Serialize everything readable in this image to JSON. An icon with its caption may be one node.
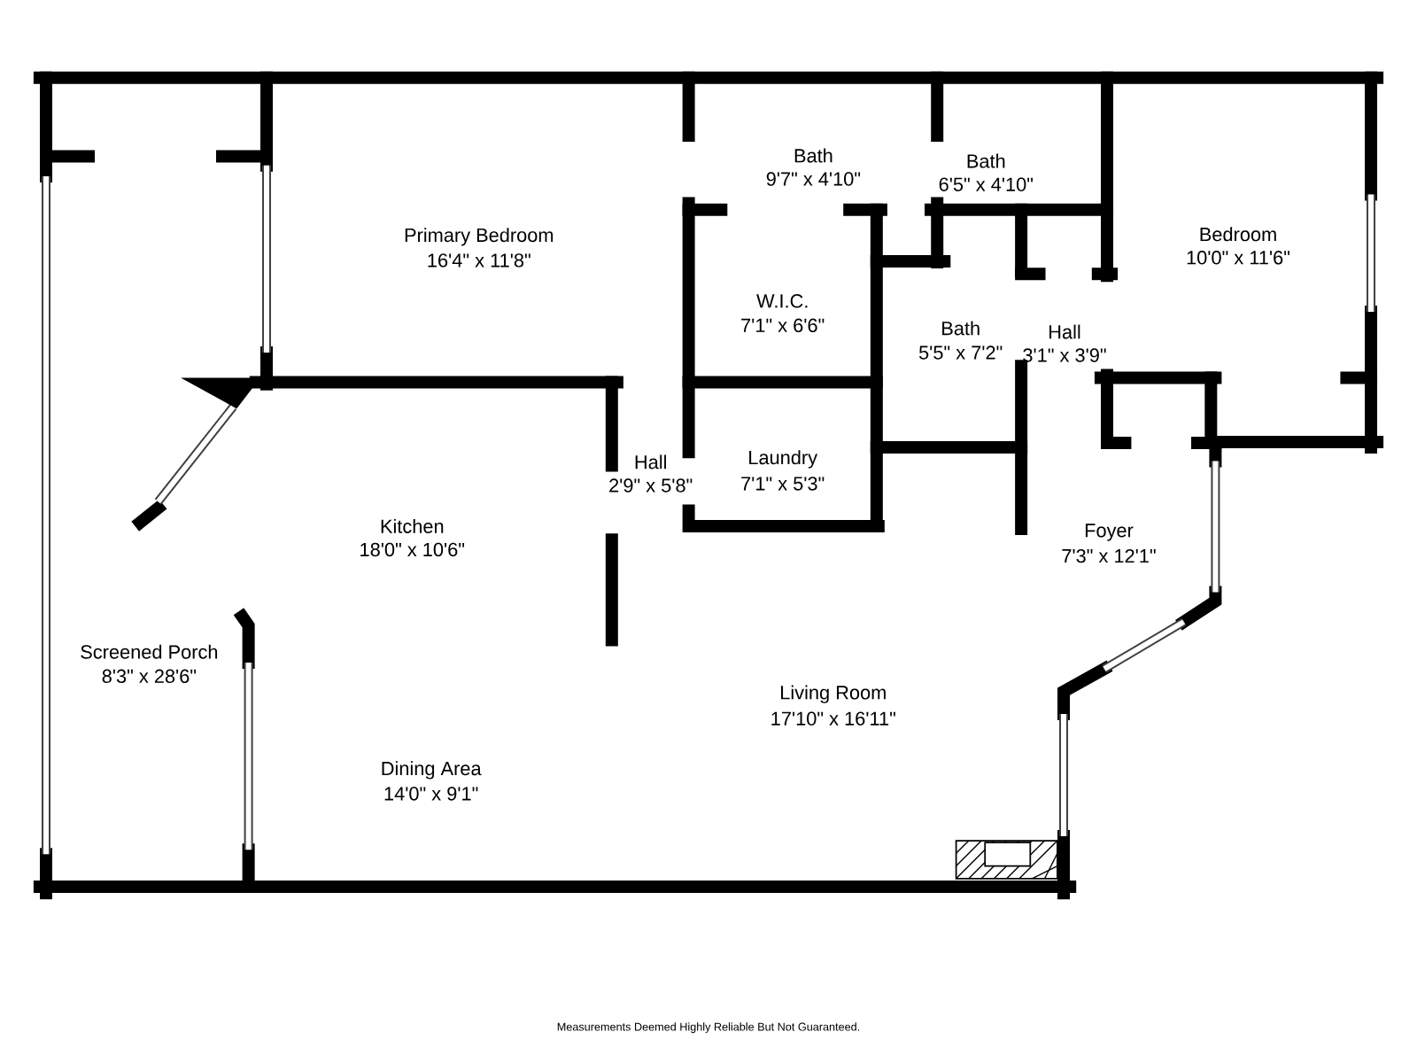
{
  "diagram": {
    "labels": [
      "Bath",
      "9'7\" x 4'10\"",
      "Bath",
      "6'5\" x 4'10\"",
      "Primary Bedroom",
      "16'4\" x 11'8\"",
      "Bedroom",
      "10'0\" x 11'6\"",
      "W.I.C.",
      "7'1\" x 6'6\"",
      "Bath",
      "5'5\" x 7'2\"",
      "Hall",
      "3'1\" x 3'9\"",
      "Laundry",
      "7'1\" x 5'3\"",
      "Hall",
      "2'9\" x 5'8\"",
      "Kitchen",
      "18'0\" x 10'6\"",
      "Foyer",
      "7'3\" x 12'1\"",
      "Screened Porch",
      "8'3\" x 28'6\"",
      "Living Room",
      "17'10\" x 16'11\"",
      "Dining Area",
      "14'0\" x 9'1\"",
      "Measurements Deemed Highly Reliable But Not Guaranteed."
    ]
  }
}
